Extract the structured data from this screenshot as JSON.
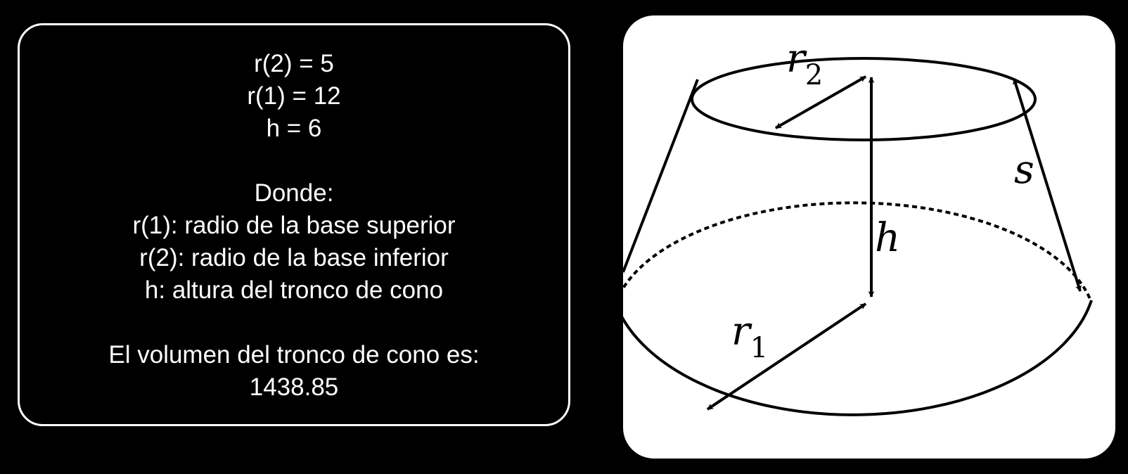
{
  "info": {
    "lines": [
      "r(2) = 5",
      "r(1) = 12",
      "h = 6",
      "Donde:",
      "r(1): radio de la base superior",
      "r(2): radio de la base inferior",
      "h: altura del tronco de cono",
      "El volumen del tronco de cono es:",
      "1438.85"
    ]
  },
  "diagram": {
    "labels": {
      "r2_main": "r",
      "r2_sub": "2",
      "r1_main": "r",
      "r1_sub": "1",
      "h": "h",
      "s": "s"
    }
  },
  "colors": {
    "background": "#000000",
    "panel_border": "#ffffff",
    "text": "#ffffff",
    "card": "#ffffff",
    "stroke": "#000000"
  }
}
